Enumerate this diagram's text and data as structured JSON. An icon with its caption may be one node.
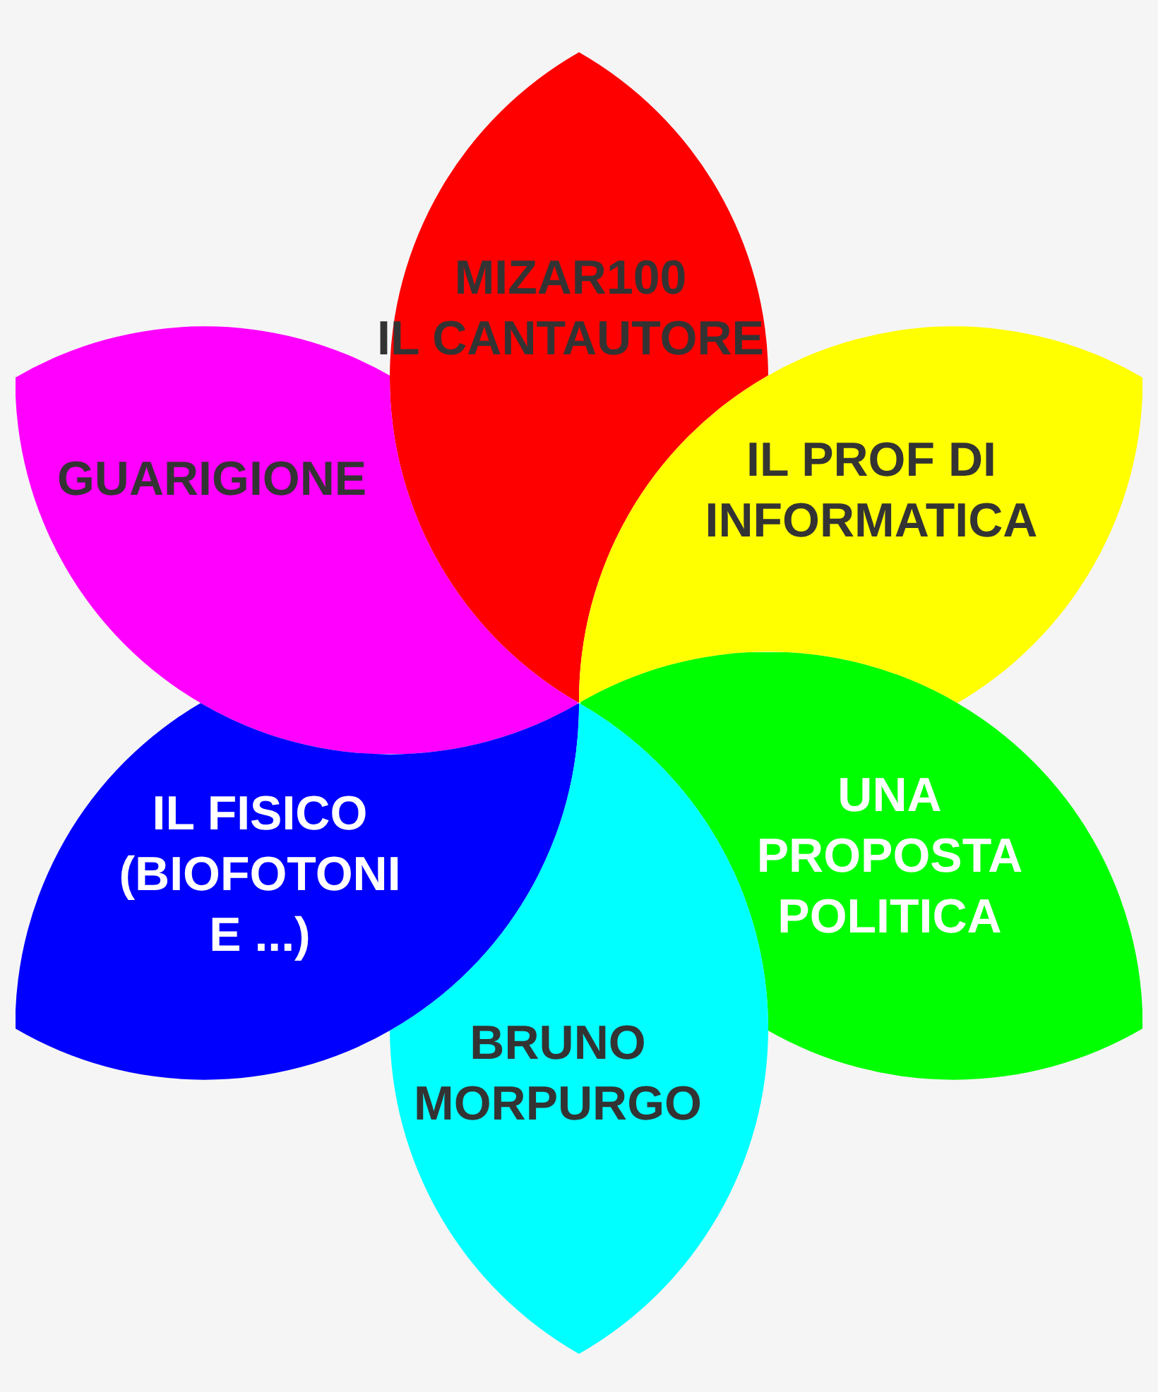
{
  "diagram": {
    "nodes": [
      {
        "text": [
          "MIZAR100",
          "IL CANTAUTORE"
        ]
      },
      {
        "text": [
          "GUARIGIONE"
        ]
      },
      {
        "text": [
          "IL PROF DI INFORMATICA"
        ]
      },
      {
        "text": [
          "IL FISICO (BIOFOTONI E ...)"
        ]
      },
      {
        "text": [
          "UNA PROPOSTA POLITICA"
        ]
      },
      {
        "text": [
          "BRUNO MORPURGO"
        ]
      }
    ]
  }
}
